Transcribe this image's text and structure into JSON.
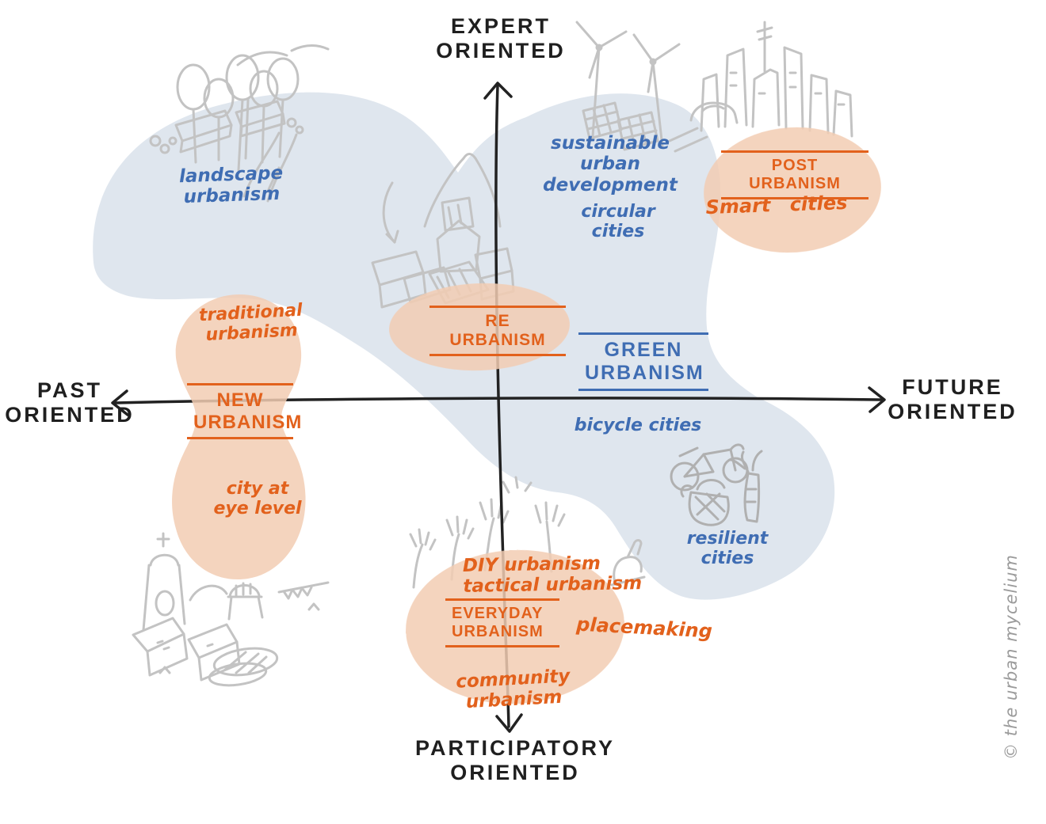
{
  "title": "urbanism movements quadrant map",
  "colors": {
    "axis_black": "#1f1f1f",
    "accent_orange": "#e2611c",
    "accent_blue": "#3f6db3",
    "blob_blue": "#dfe6ee",
    "blob_peach": "#f3cdb3",
    "sketch_gray": "#c3c3c3",
    "watermark_gray": "#9b9b9b"
  },
  "axes": {
    "top": "EXPERT\nORIENTED",
    "bottom": "PARTICIPATORY\nORIENTED",
    "left": "PAST\nORIENTED",
    "right": "FUTURE\nORIENTED"
  },
  "terms": {
    "landscape_urbanism": "landscape\nurbanism",
    "sustainable_urban_development": "sustainable\nurban\ndevelopment",
    "circular_cities": "circular\ncities",
    "post_urbanism": "POST URBANISM",
    "smart_cities": "Smart cities",
    "re_urbanism": "RE URBANISM",
    "green_urbanism": "GREEN\nURBANISM",
    "traditional_urbanism": "traditional\nurbanism",
    "new_urbanism": "NEW\nURBANISM",
    "city_at_eye_level": "city at\neye level",
    "bicycle_cities": "bicycle cities",
    "resilient_cities": "resilient\ncities",
    "diy_tactical": "DIY urbanism\ntactical urbanism",
    "everyday_urbanism": "EVERYDAY\nURBANISM",
    "placemaking": "placemaking",
    "community_urbanism": "community\nurbanism"
  },
  "watermark": "© the urban mycelium"
}
